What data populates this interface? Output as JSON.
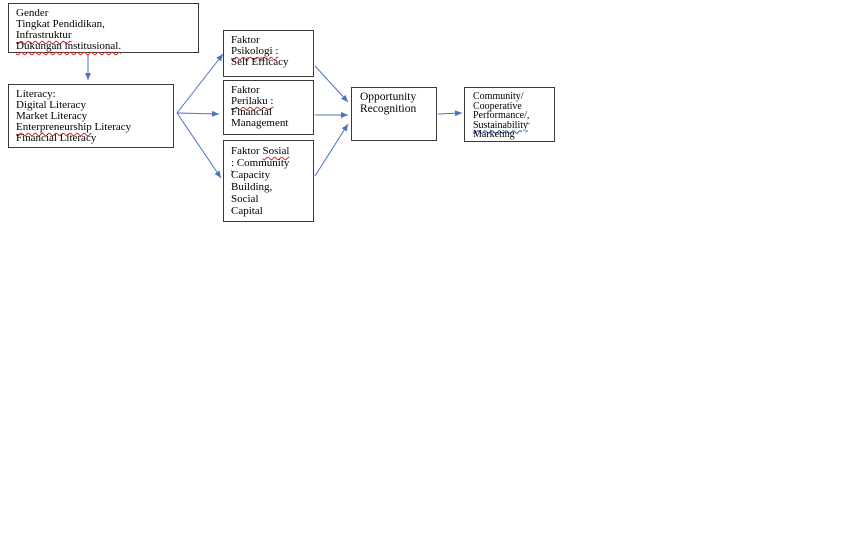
{
  "boxes": {
    "context": {
      "lines": [
        "Gender",
        "Tingkat Pendidikan,",
        "Infrastruktur",
        "Dukungan institusional."
      ]
    },
    "literacy": {
      "lines": [
        "Literacy:",
        "Digital Literacy",
        "Market Literacy",
        "Enterpreneurship",
        "Literacy",
        "Financial Literacy"
      ]
    },
    "psikologi": {
      "lines": [
        "Faktor",
        "Psikologi",
        " :",
        "Self Efficacy"
      ]
    },
    "perilaku": {
      "lines": [
        "Faktor",
        "Perilaku",
        " :",
        "Financial",
        "Management"
      ]
    },
    "sosial": {
      "lines": [
        "Faktor",
        "Sosial",
        ":",
        "Community",
        "Capacity",
        "Building,",
        "Social",
        "Capital"
      ]
    },
    "opportunity": {
      "lines": [
        "Opportunity",
        "Recognition"
      ]
    },
    "outcome": {
      "lines": [
        "Community/",
        "Cooperative",
        "Performance/",
        ",",
        "Sustainability",
        "Marketing"
      ]
    }
  },
  "colors": {
    "arrow": "#4a72c4",
    "border": "#3a3a3a",
    "spell": "#d22222"
  }
}
